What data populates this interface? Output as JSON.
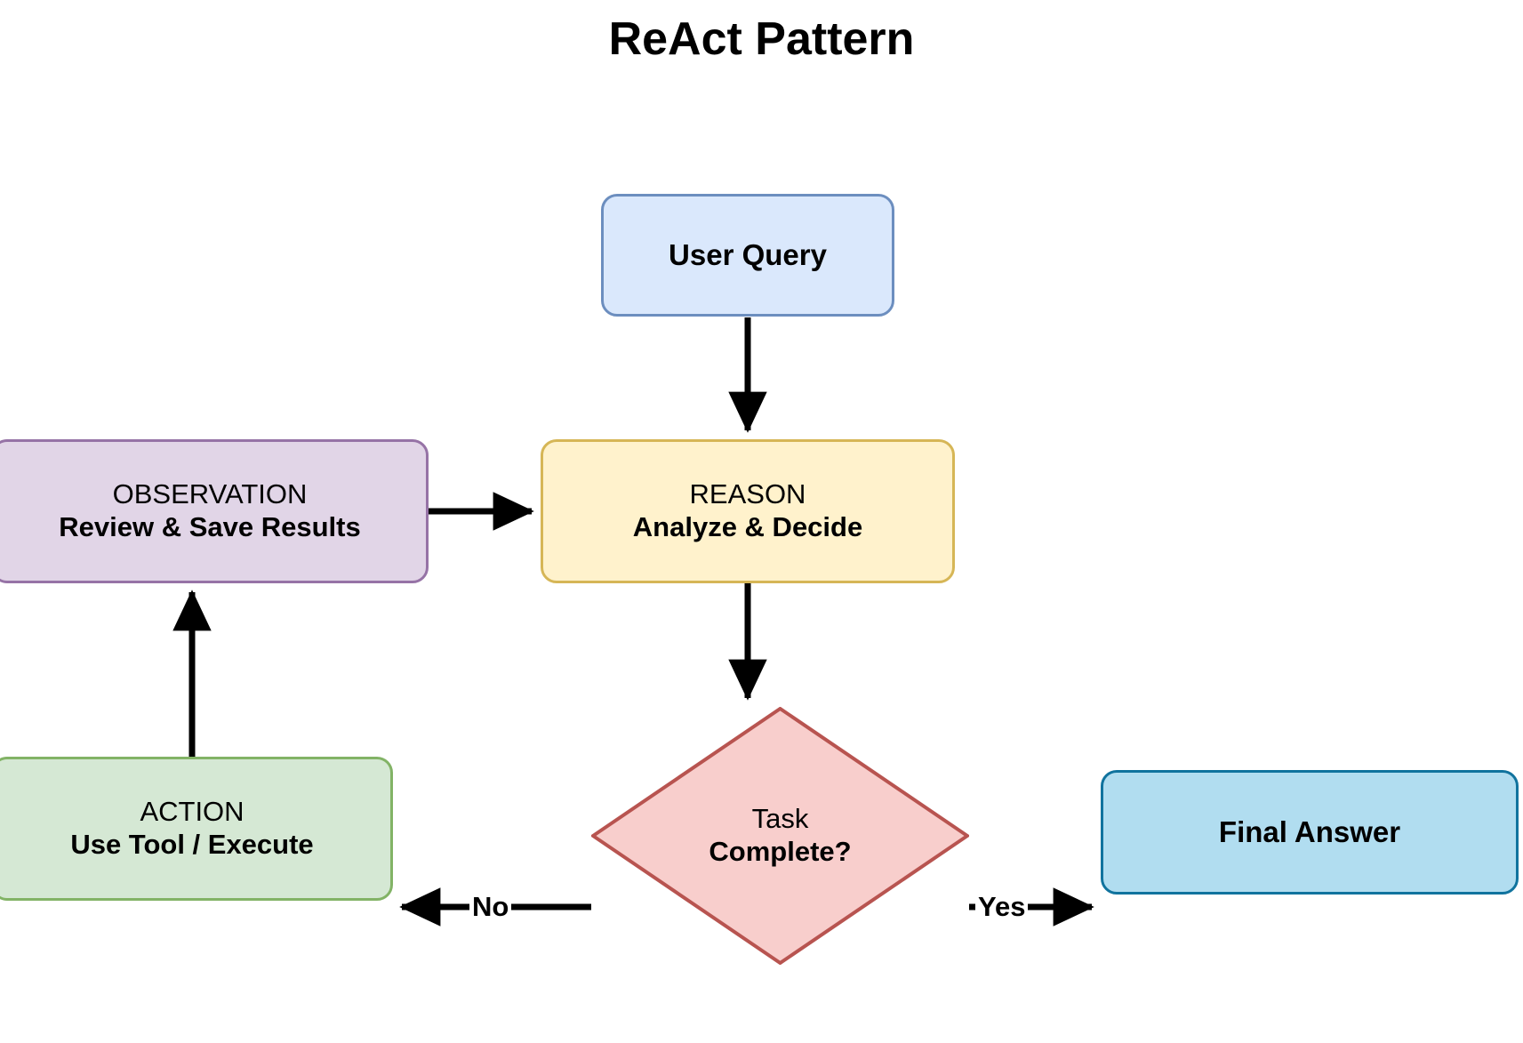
{
  "diagram": {
    "title": "ReAct Pattern",
    "type": "flowchart",
    "background": "#ffffff",
    "edge_color": "#000000",
    "nodes": [
      {
        "id": "user-query",
        "shape": "rounded-rectangle",
        "lines": [
          "User Query"
        ],
        "line_styles": [
          "bold"
        ],
        "fill": "#dae8fc",
        "stroke": "#6c8ebf"
      },
      {
        "id": "reason",
        "shape": "rounded-rectangle",
        "lines": [
          "REASON",
          "Analyze & Decide"
        ],
        "line_styles": [
          "plain",
          "bold"
        ],
        "fill": "#fff2cc",
        "stroke": "#d6b656"
      },
      {
        "id": "observation",
        "shape": "rounded-rectangle",
        "lines": [
          "OBSERVATION",
          "Review & Save Results"
        ],
        "line_styles": [
          "plain",
          "bold"
        ],
        "fill": "#e1d5e7",
        "stroke": "#9673a6"
      },
      {
        "id": "action",
        "shape": "rounded-rectangle",
        "lines": [
          "ACTION",
          "Use Tool / Execute"
        ],
        "line_styles": [
          "plain",
          "bold"
        ],
        "fill": "#d5e8d4",
        "stroke": "#82b366"
      },
      {
        "id": "decision",
        "shape": "diamond",
        "lines": [
          "Task",
          "Complete?"
        ],
        "line_styles": [
          "plain",
          "bold"
        ],
        "fill": "#f8cecc",
        "stroke": "#b85450"
      },
      {
        "id": "final-answer",
        "shape": "rounded-rectangle",
        "lines": [
          "Final Answer"
        ],
        "line_styles": [
          "bold"
        ],
        "fill": "#b1ddf0",
        "stroke": "#10739e"
      }
    ],
    "edges": [
      {
        "id": "user-query-to-reason",
        "from": "user-query",
        "to": "reason",
        "label": "",
        "direction": "down"
      },
      {
        "id": "observation-to-reason",
        "from": "observation",
        "to": "reason",
        "label": "",
        "direction": "right"
      },
      {
        "id": "reason-to-decision",
        "from": "reason",
        "to": "decision",
        "label": "",
        "direction": "down"
      },
      {
        "id": "decision-to-action",
        "from": "decision",
        "to": "action",
        "label": "No",
        "direction": "left"
      },
      {
        "id": "decision-to-final-answer",
        "from": "decision",
        "to": "final-answer",
        "label": "Yes",
        "direction": "right"
      },
      {
        "id": "action-to-observation",
        "from": "action",
        "to": "observation",
        "label": "",
        "direction": "up"
      }
    ]
  },
  "nodes_text": {
    "user_query": {
      "line1": "User Query"
    },
    "reason": {
      "line1": "REASON",
      "line2": "Analyze & Decide"
    },
    "observation": {
      "line1": "OBSERVATION",
      "line2": "Review & Save Results"
    },
    "action": {
      "line1": "ACTION",
      "line2": "Use Tool / Execute"
    },
    "decision": {
      "line1": "Task",
      "line2": "Complete?"
    },
    "final_answer": {
      "line1": "Final Answer"
    }
  },
  "edge_labels": {
    "no": "No",
    "yes": "Yes"
  }
}
